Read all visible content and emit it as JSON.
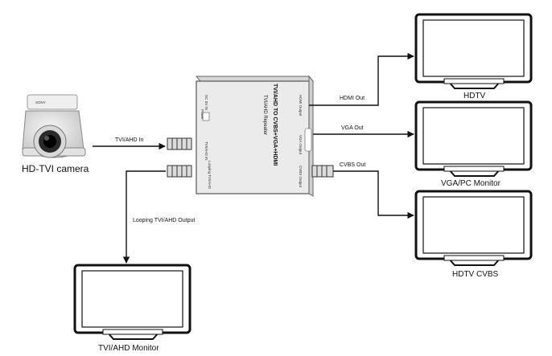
{
  "camera": {
    "label": "HD-TVI camera",
    "brand": "SONY"
  },
  "device": {
    "title": "TVI/AHD TO CVBS+VGA+HDMI",
    "subtitle": "TVI/AHD Repeater",
    "ports": {
      "dc": "DC 5V IN",
      "power": "Power",
      "tvi_in": "TVI/AHD IN",
      "loop": "Looping TVI/AHD",
      "hdmi": "HDMI Output",
      "vga": "VGA Output",
      "cvbs": "CVBS Output"
    }
  },
  "connections": {
    "tvi_in": "TVI/AHD In",
    "hdmi_out": "HDMI Out",
    "vga_out": "VGA Out",
    "cvbs_out": "CVBS Out",
    "loop_out": "Looping TVI/AHD Output"
  },
  "monitors": {
    "hdtv": "HDTV",
    "vga": "VGA/PC Monitor",
    "cvbs": "HDTV CVBS",
    "loop": "TVI/AHD Monitor"
  },
  "colors": {
    "line": "#111111",
    "device_body": "#e9e9e9",
    "bezel": "#111111"
  }
}
